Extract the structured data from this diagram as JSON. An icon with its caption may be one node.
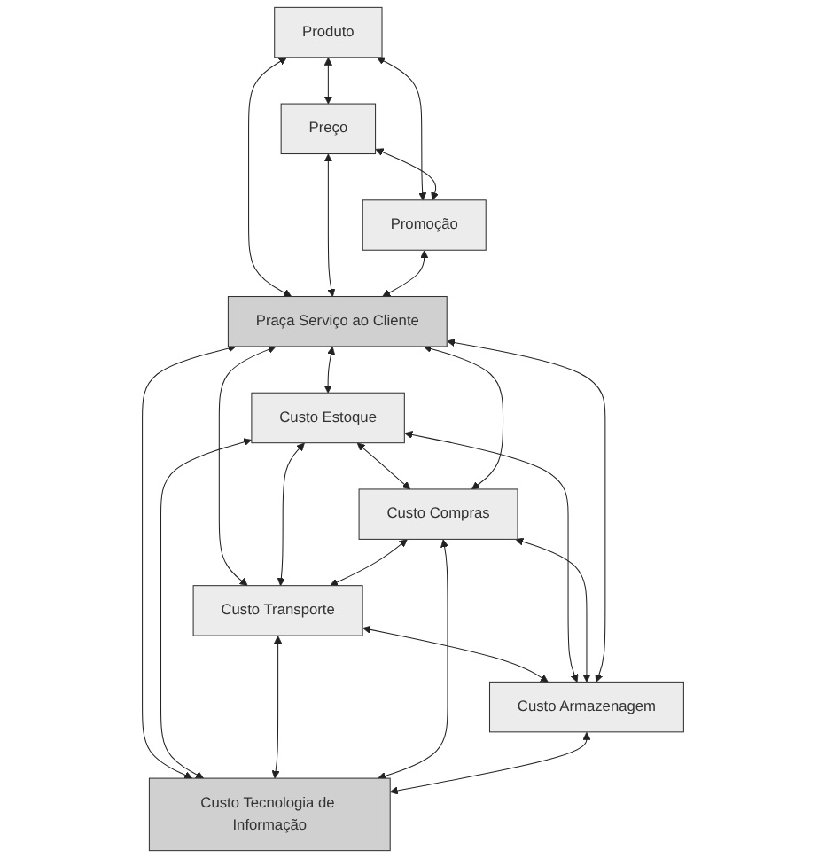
{
  "diagram": {
    "nodes": [
      {
        "text": [
          "Produto"
        ]
      },
      {
        "text": [
          "Preço"
        ]
      },
      {
        "text": [
          "Promoção"
        ]
      },
      {
        "text": [
          "Praça Serviço ao Cliente"
        ]
      },
      {
        "text": [
          "Custo Estoque"
        ]
      },
      {
        "text": [
          "Custo Transporte"
        ]
      },
      {
        "text": [
          "Custo Compras"
        ]
      },
      {
        "text": [
          "Custo Armazenagem"
        ]
      },
      {
        "text": [
          "Custo Tecnologia de Informação"
        ]
      }
    ],
    "edges": [
      {
        "from": 0,
        "to": 1,
        "arrow": "both"
      },
      {
        "from": 0,
        "to": 2,
        "arrow": "both"
      },
      {
        "from": 1,
        "to": 2,
        "arrow": "both"
      },
      {
        "from": 0,
        "to": 3,
        "arrow": "both"
      },
      {
        "from": 1,
        "to": 3,
        "arrow": "both"
      },
      {
        "from": 2,
        "to": 3,
        "arrow": "both"
      },
      {
        "from": 3,
        "to": 4,
        "arrow": "both"
      },
      {
        "from": 3,
        "to": 5,
        "arrow": "both"
      },
      {
        "from": 4,
        "to": 5,
        "arrow": "both"
      },
      {
        "from": 4,
        "to": 6,
        "arrow": "both"
      },
      {
        "from": 5,
        "to": 7,
        "arrow": "both"
      },
      {
        "from": 4,
        "to": 7,
        "arrow": "both"
      },
      {
        "from": 6,
        "to": 5,
        "arrow": "both"
      },
      {
        "from": 6,
        "to": 7,
        "arrow": "both"
      },
      {
        "from": 3,
        "to": 6,
        "arrow": "both"
      },
      {
        "from": 3,
        "to": 7,
        "arrow": "both"
      },
      {
        "from": 3,
        "to": 8,
        "arrow": "both"
      },
      {
        "from": 4,
        "to": 8,
        "arrow": "both"
      },
      {
        "from": 5,
        "to": 8,
        "arrow": "both"
      },
      {
        "from": 6,
        "to": 8,
        "arrow": "both"
      },
      {
        "from": 7,
        "to": 8,
        "arrow": "both"
      }
    ]
  }
}
